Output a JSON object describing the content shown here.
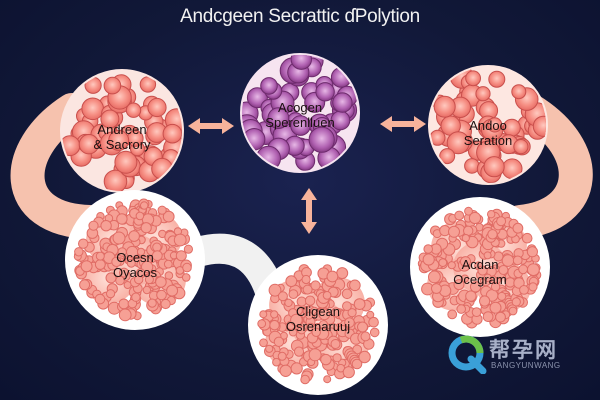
{
  "title": "Andcgeen Secrattic ɗPolytion",
  "colors": {
    "background": "#111838",
    "pink_cell": "#f07a72",
    "purple_cell": "#9c4a9a",
    "connector": "#f6c2ae",
    "arrow": "#f7b39b"
  },
  "nodes": [
    {
      "id": "top-left",
      "label_lines": [
        "Andreen",
        "& Sacrory"
      ],
      "style": "pink"
    },
    {
      "id": "top-center",
      "label_lines": [
        "Acogen",
        "Sperenlluen"
      ],
      "style": "purple"
    },
    {
      "id": "top-right",
      "label_lines": [
        "Andoo",
        "Seration"
      ],
      "style": "pink"
    },
    {
      "id": "mid-left",
      "label_lines": [
        "Ocesn",
        "Oyacos"
      ],
      "style": "pink-lobes"
    },
    {
      "id": "bottom-center",
      "label_lines": [
        "Cligean",
        "Osrenaruuj"
      ],
      "style": "pink-lobes"
    },
    {
      "id": "mid-right",
      "label_lines": [
        "Acdan",
        "Ocegram"
      ],
      "style": "pink-lobes"
    }
  ],
  "watermark": {
    "icon": "q-logo-icon",
    "text": "帮孕网",
    "subtext": "BANGYUNWANG"
  }
}
